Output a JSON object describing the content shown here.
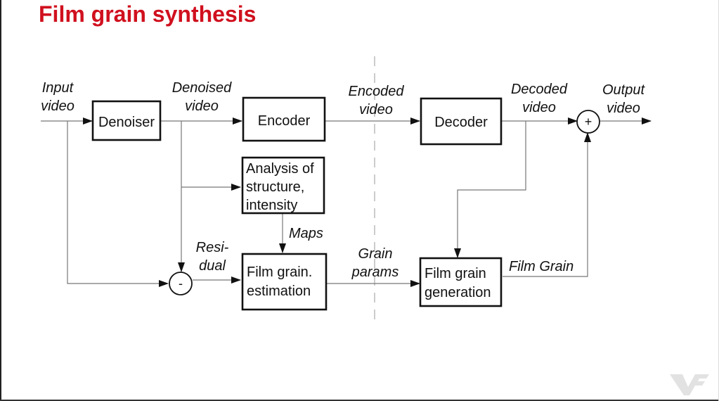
{
  "title": "Film grain synthesis",
  "colors": {
    "title": "#d0101e",
    "box_stroke": "#111111",
    "wire": "#777777"
  },
  "blocks": {
    "denoiser": "Denoiser",
    "encoder": "Encoder",
    "decoder": "Decoder",
    "analysis": [
      "Analysis of",
      "structure,",
      "intensity"
    ],
    "estimation": [
      "Film grain.",
      "estimation"
    ],
    "generation": [
      "Film grain",
      "generation"
    ]
  },
  "operators": {
    "subtract": "-",
    "add": "+"
  },
  "signals": {
    "input": [
      "Input",
      "video"
    ],
    "denoised": [
      "Denoised",
      "video"
    ],
    "encoded": [
      "Encoded",
      "video"
    ],
    "decoded": [
      "Decoded",
      "video"
    ],
    "output": [
      "Output",
      "video"
    ],
    "maps": "Maps",
    "residual": [
      "Resi-",
      "dual"
    ],
    "grain_params": [
      "Grain",
      "params"
    ],
    "film_grain": "Film Grain"
  },
  "logo": "vf-logo"
}
